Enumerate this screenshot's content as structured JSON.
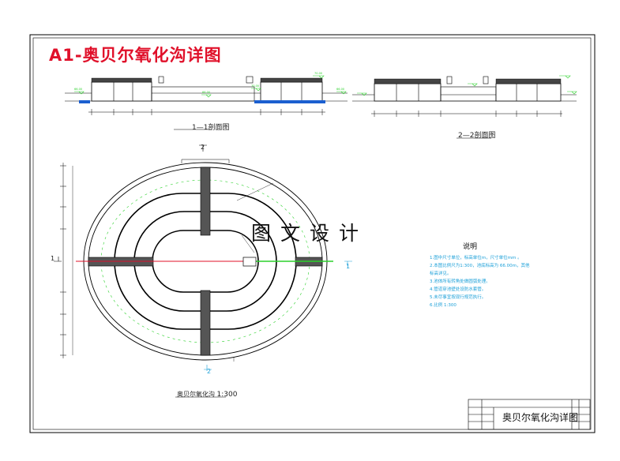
{
  "sheet": {
    "title": "A1-奥贝尔氧化沟详图",
    "watermark": "图文设计"
  },
  "sections": {
    "section_1_label": "1—1剖面图",
    "section_2_label": "2—2剖面图"
  },
  "plan": {
    "label": "奥贝尔氧化沟",
    "scale": "1:300",
    "section_markers": [
      "1",
      "1",
      "2",
      "2"
    ]
  },
  "notes": {
    "title": "说明",
    "items": [
      "1.图中尺寸单位，标高单位m，尺寸单位mm 。",
      "2.本图比例尺为1:300，池底标高为 66.00m，其他标高详见。",
      "3.池体所有转角处做圆弧处理。",
      "4.管道穿池壁处设防水套管。",
      "5.未尽事宜按现行规范执行。",
      "6.比例 1:300"
    ]
  },
  "title_block": {
    "drawing_title": "奥贝尔氧化沟详图"
  },
  "colors": {
    "frame": "#000000",
    "title_red": "#e0102a",
    "note_cyan": "#1a9fd8",
    "level_green": "#2bd12b",
    "water_blue": "#1b5fd0",
    "axis_red": "#e0102a"
  }
}
